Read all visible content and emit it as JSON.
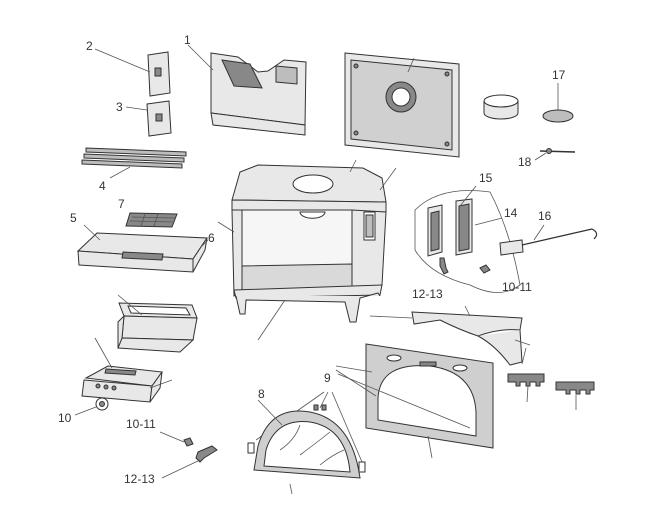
{
  "labels": {
    "l1": "1",
    "l2": "2",
    "l3": "3",
    "l4": "4",
    "l5": "5",
    "l6": "6",
    "l7": "7",
    "l8": "8",
    "l9": "9",
    "l10": "10",
    "l10_11a": "10-11",
    "l10_11b": "10-11",
    "l12_13a": "12-13",
    "l12_13b": "12-13",
    "l14": "14",
    "l15": "15",
    "l16": "16",
    "l17": "17",
    "l18": "18"
  },
  "colors": {
    "line": "#333333",
    "fill": "#e8e8e8",
    "shade": "#888888"
  }
}
